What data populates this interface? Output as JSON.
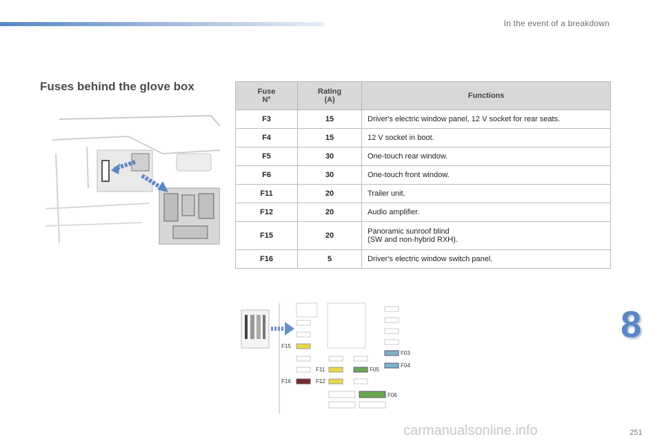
{
  "header": {
    "title": "In the event of a breakdown"
  },
  "section": {
    "title": "Fuses behind the glove box"
  },
  "table": {
    "headers": {
      "fuse_line1": "Fuse",
      "fuse_line2": "N°",
      "rating_line1": "Rating",
      "rating_line2": "(A)",
      "functions": "Functions"
    },
    "rows": [
      {
        "fuse": "F3",
        "rating": "15",
        "function": "Driver's electric window panel, 12 V socket for rear seats."
      },
      {
        "fuse": "F4",
        "rating": "15",
        "function": "12 V socket in boot."
      },
      {
        "fuse": "F5",
        "rating": "30",
        "function": "One-touch rear window."
      },
      {
        "fuse": "F6",
        "rating": "30",
        "function": "One-touch front window."
      },
      {
        "fuse": "F11",
        "rating": "20",
        "function": "Trailer unit."
      },
      {
        "fuse": "F12",
        "rating": "20",
        "function": "Audio amplifier."
      },
      {
        "fuse": "F15",
        "rating": "20",
        "function_line1": "Panoramic sunroof blind",
        "function_line2": "(SW and non-hybrid RXH)."
      },
      {
        "fuse": "F16",
        "rating": "5",
        "function": "Driver's electric window switch panel."
      }
    ]
  },
  "diagram": {
    "labels": {
      "f15": "F15",
      "f11": "F11",
      "f05": "F05",
      "f16": "F16",
      "f12": "F12",
      "f03": "F03",
      "f04": "F04",
      "f06": "F06"
    },
    "colors": {
      "yellow": "#e9d64a",
      "green": "#6aa84f",
      "blue": "#7fb3c8",
      "brown": "#7a2a2a",
      "arrow": "#6a8fcf"
    }
  },
  "chapter": {
    "number": "8"
  },
  "footer": {
    "page_number": "251",
    "watermark": "carmanualsonline.info"
  },
  "colors": {
    "accent": "#5b86c4",
    "table_header_bg": "#d8d8d8"
  }
}
